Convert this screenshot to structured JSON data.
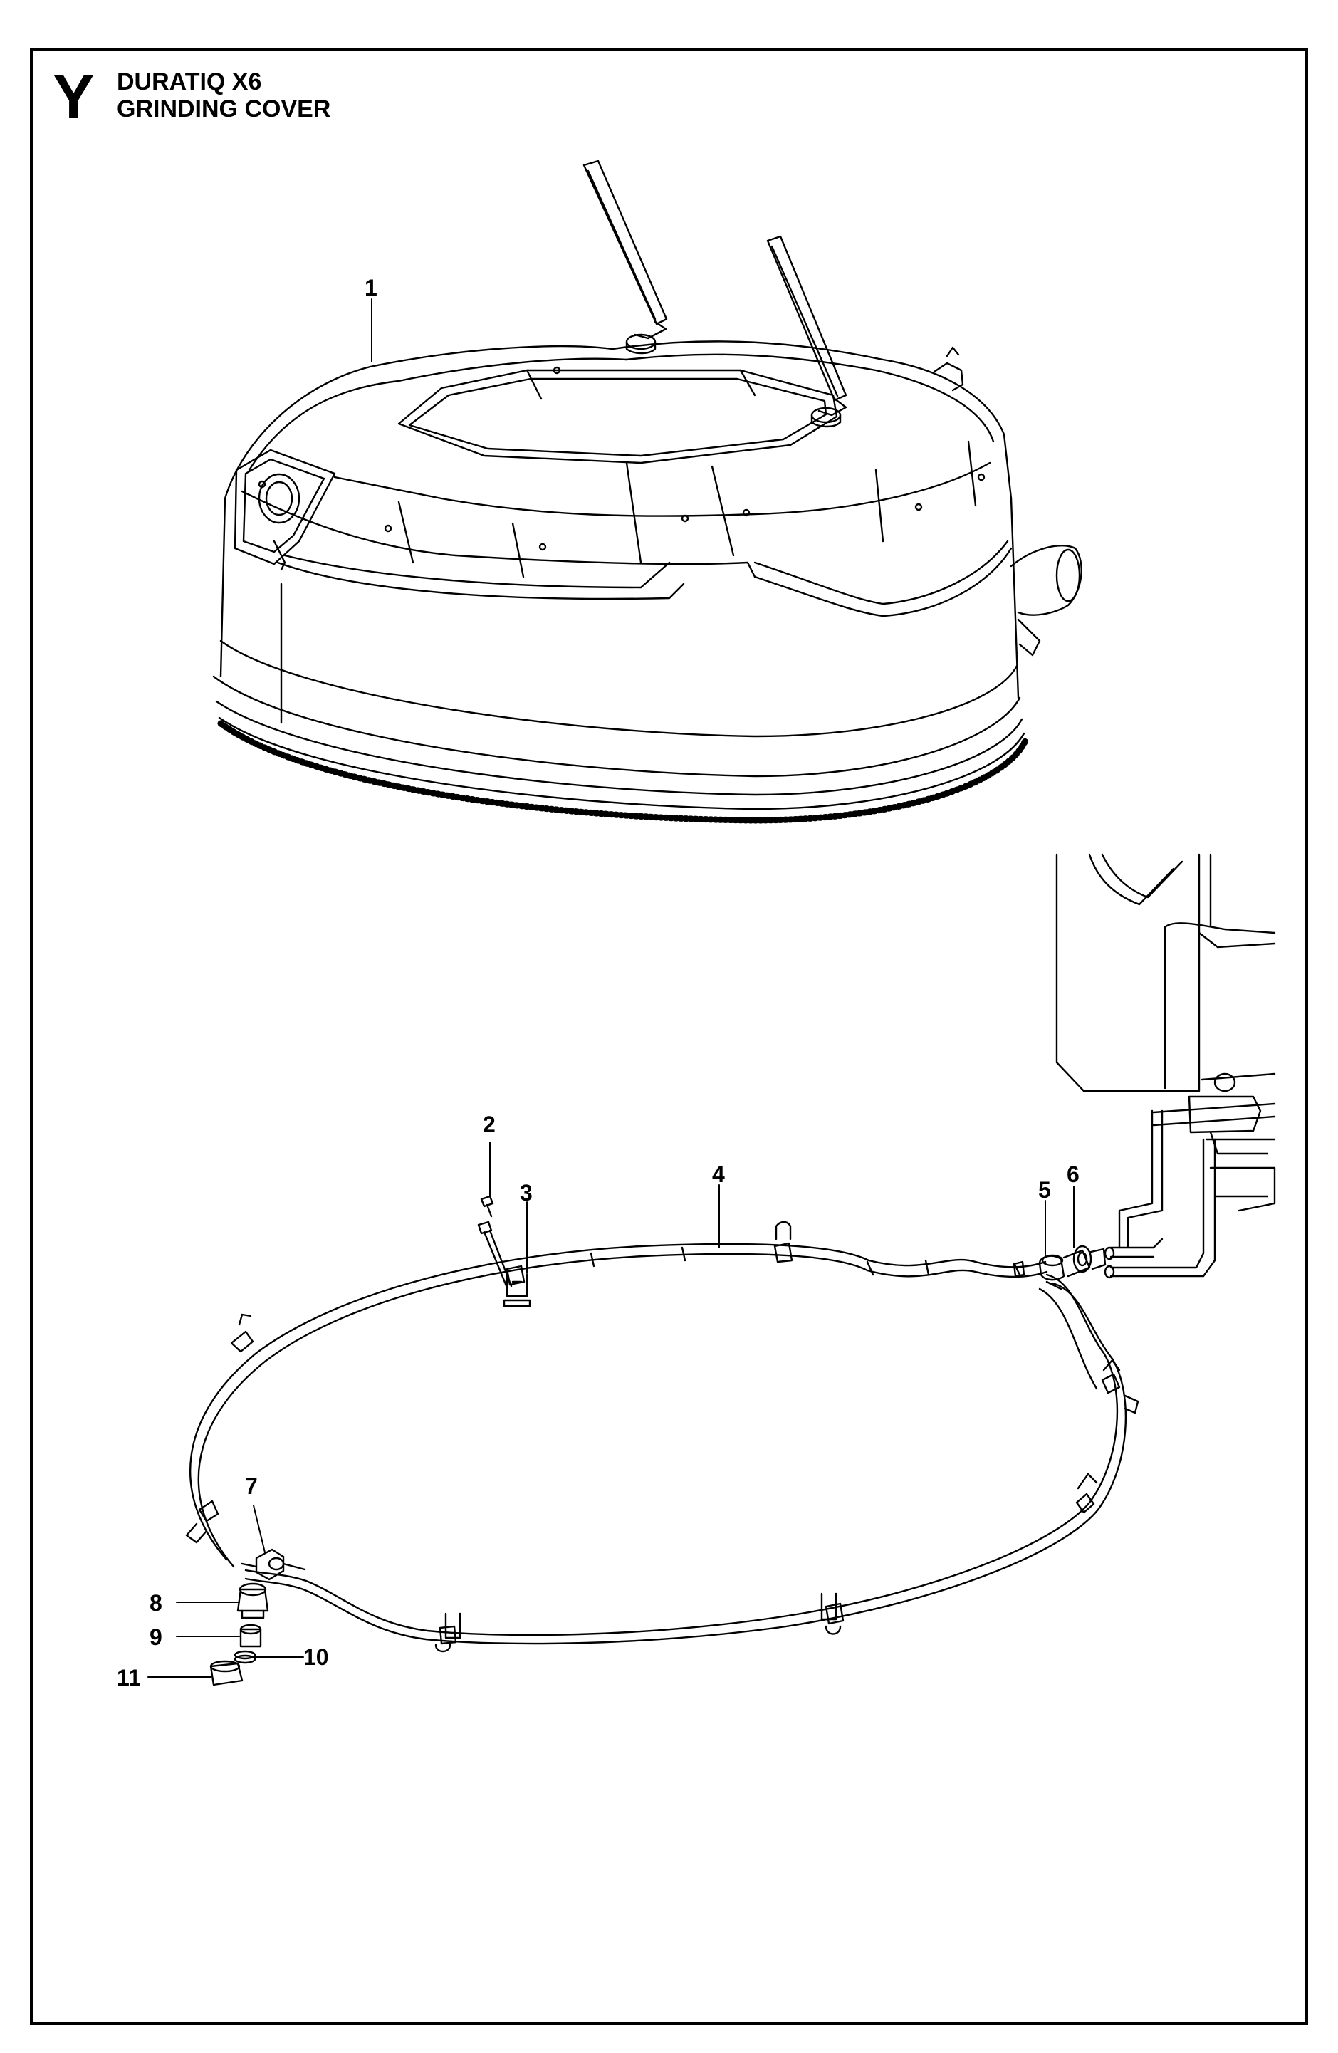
{
  "header": {
    "section_letter": "Y",
    "model": "DURATIQ X6",
    "assembly": "GRINDING COVER"
  },
  "callouts": [
    "1",
    "2",
    "3",
    "4",
    "5",
    "6",
    "7",
    "8",
    "9",
    "10",
    "11"
  ],
  "colors": {
    "line": "#000000",
    "background": "#ffffff"
  }
}
